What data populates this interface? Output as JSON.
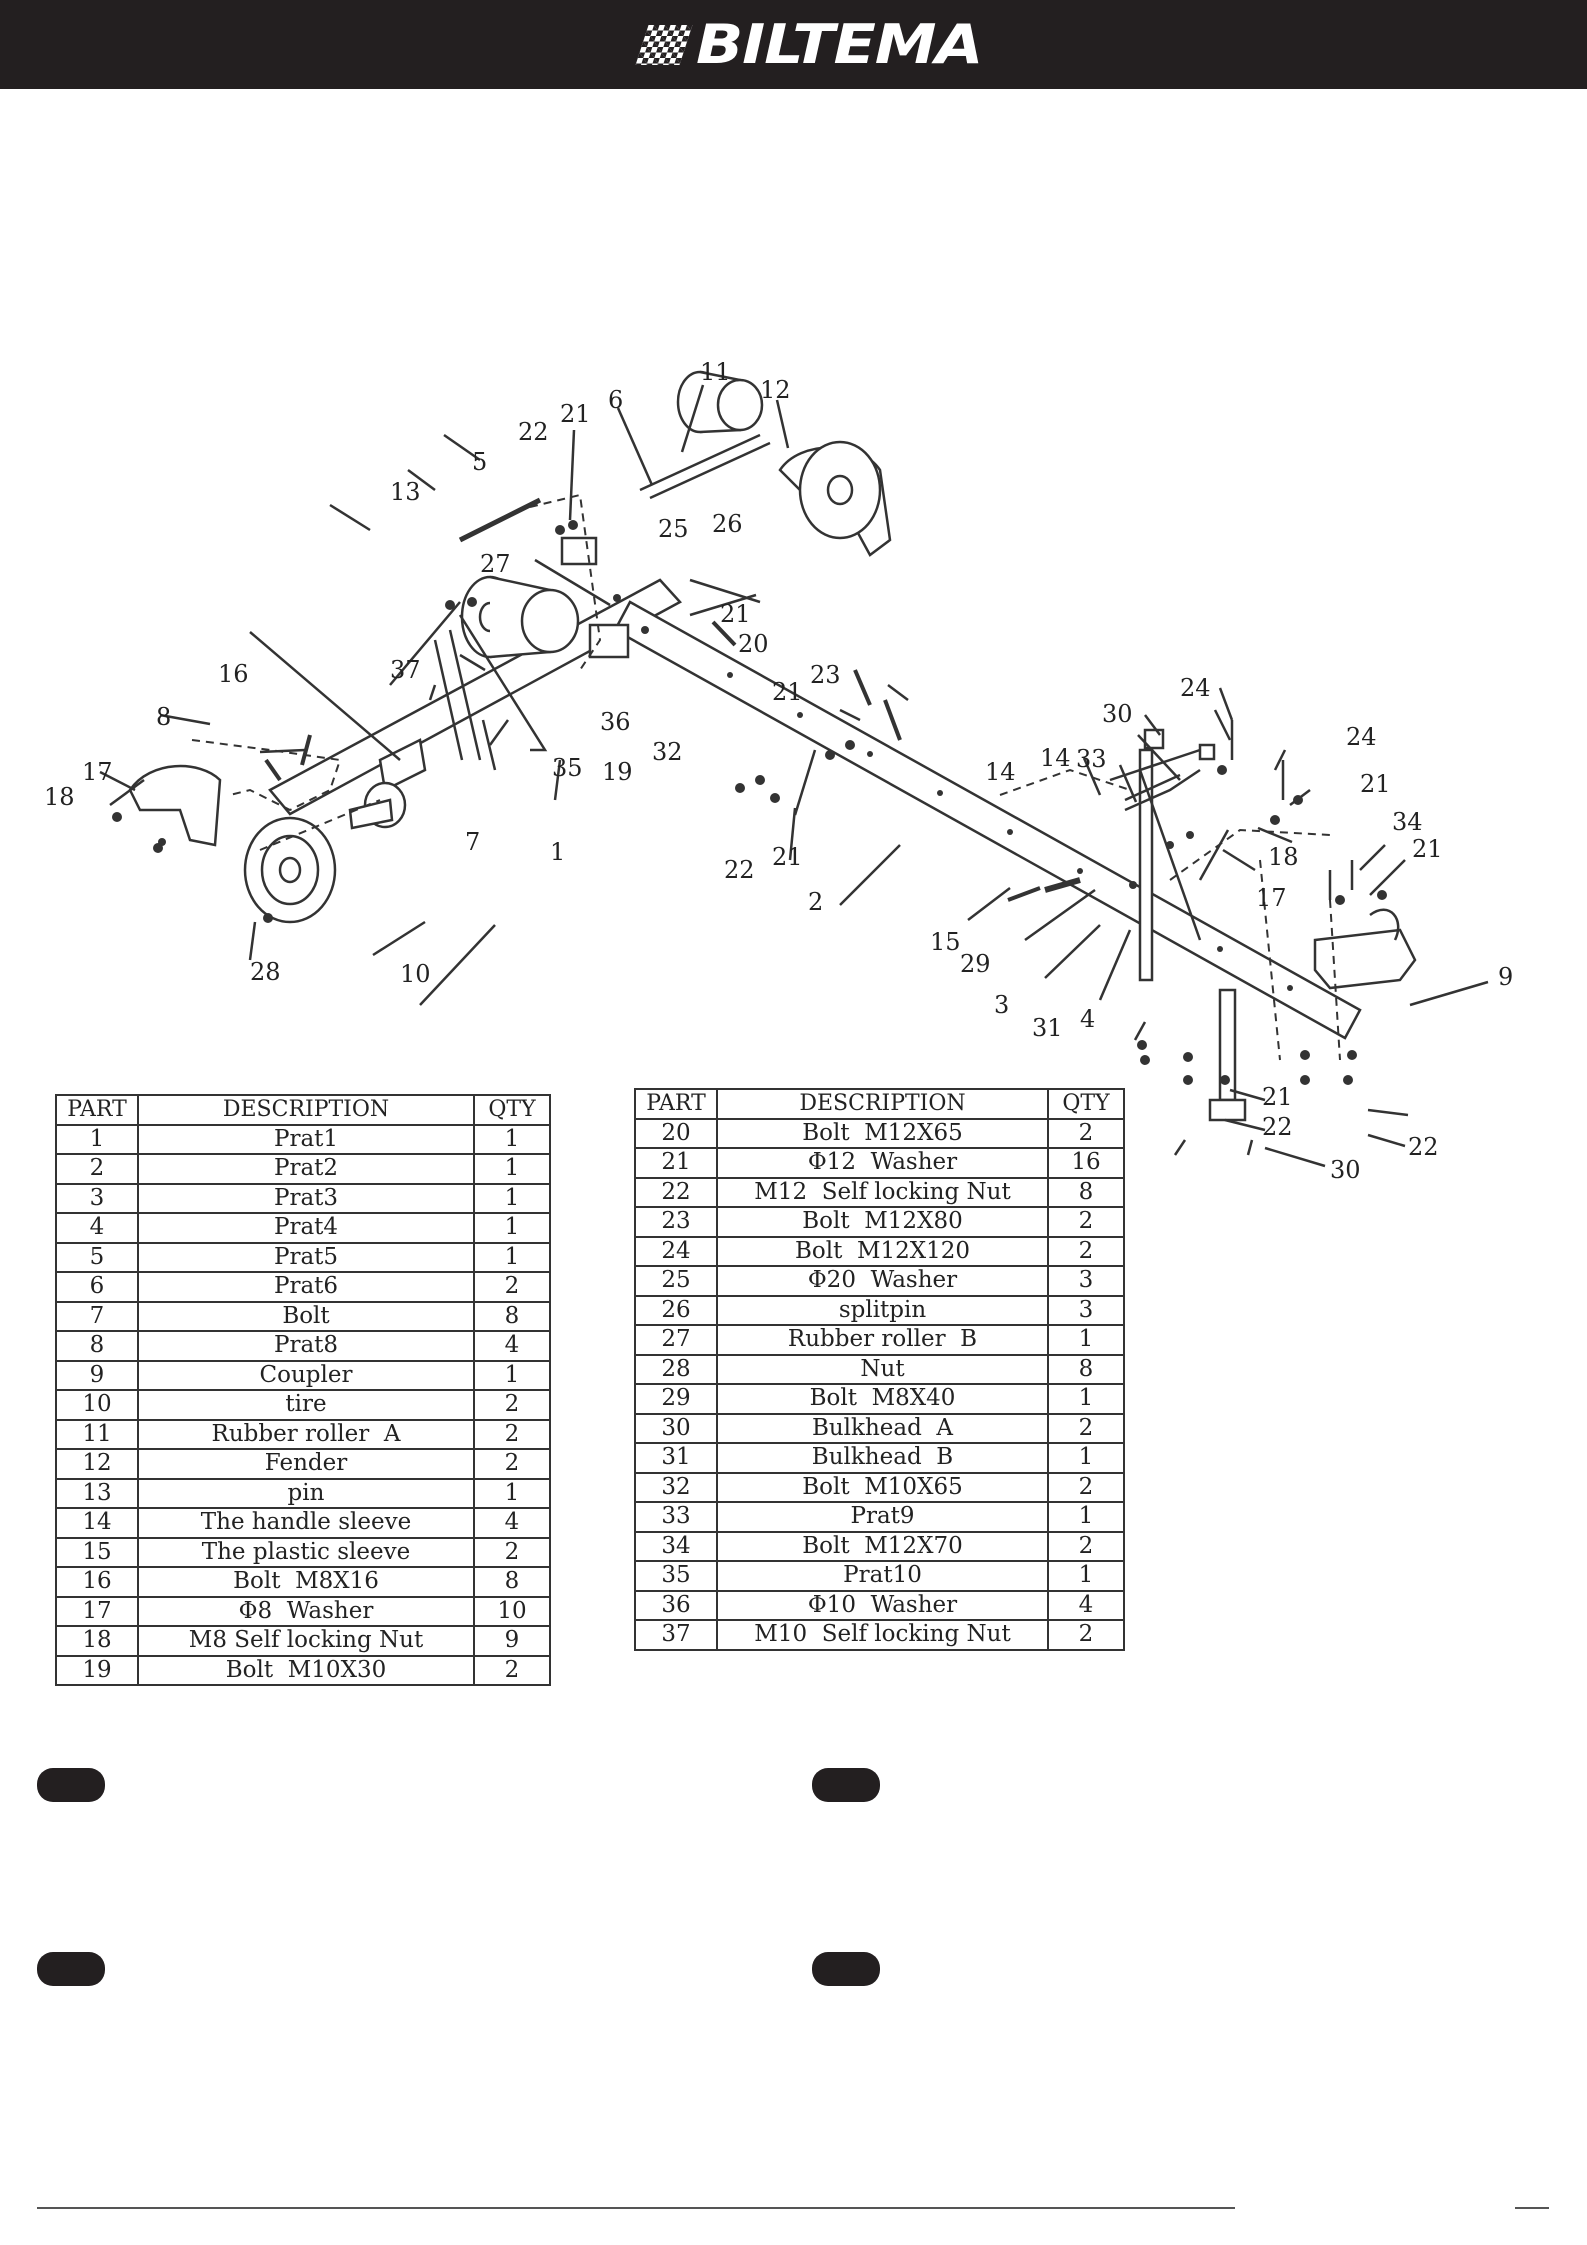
{
  "header": {
    "brand": "BILTEMA"
  },
  "diagram": {
    "callouts": [
      "1",
      "2",
      "3",
      "4",
      "5",
      "6",
      "7",
      "8",
      "9",
      "10",
      "11",
      "12",
      "13",
      "14",
      "14",
      "15",
      "16",
      "17",
      "17",
      "18",
      "18",
      "19",
      "20",
      "21",
      "21",
      "21",
      "21",
      "21",
      "21",
      "21",
      "22",
      "22",
      "22",
      "22",
      "23",
      "24",
      "24",
      "25",
      "26",
      "27",
      "28",
      "29",
      "30",
      "30",
      "31",
      "32",
      "33",
      "34",
      "35",
      "36",
      "37"
    ]
  },
  "table_left": {
    "headers": [
      "PART",
      "DESCRIPTION",
      "QTY"
    ],
    "rows": [
      [
        "1",
        "Prat1",
        "1"
      ],
      [
        "2",
        "Prat2",
        "1"
      ],
      [
        "3",
        "Prat3",
        "1"
      ],
      [
        "4",
        "Prat4",
        "1"
      ],
      [
        "5",
        "Prat5",
        "1"
      ],
      [
        "6",
        "Prat6",
        "2"
      ],
      [
        "7",
        "Bolt",
        "8"
      ],
      [
        "8",
        "Prat8",
        "4"
      ],
      [
        "9",
        "Coupler",
        "1"
      ],
      [
        "10",
        "tire",
        "2"
      ],
      [
        "11",
        "Rubber roller  A",
        "2"
      ],
      [
        "12",
        "Fender",
        "2"
      ],
      [
        "13",
        "pin",
        "1"
      ],
      [
        "14",
        "The handle sleeve",
        "4"
      ],
      [
        "15",
        "The plastic sleeve",
        "2"
      ],
      [
        "16",
        "Bolt  M8X16",
        "8"
      ],
      [
        "17",
        "Φ8  Washer",
        "10"
      ],
      [
        "18",
        "M8 Self locking Nut",
        "9"
      ],
      [
        "19",
        "Bolt  M10X30",
        "2"
      ]
    ]
  },
  "table_right": {
    "headers": [
      "PART",
      "DESCRIPTION",
      "QTY"
    ],
    "rows": [
      [
        "20",
        "Bolt  M12X65",
        "2"
      ],
      [
        "21",
        "Φ12  Washer",
        "16"
      ],
      [
        "22",
        "M12  Self locking Nut",
        "8"
      ],
      [
        "23",
        "Bolt  M12X80",
        "2"
      ],
      [
        "24",
        "Bolt  M12X120",
        "2"
      ],
      [
        "25",
        "Φ20  Washer",
        "3"
      ],
      [
        "26",
        "splitpin",
        "3"
      ],
      [
        "27",
        "Rubber roller  B",
        "1"
      ],
      [
        "28",
        "Nut",
        "8"
      ],
      [
        "29",
        "Bolt  M8X40",
        "1"
      ],
      [
        "30",
        "Bulkhead  A",
        "2"
      ],
      [
        "31",
        "Bulkhead  B",
        "1"
      ],
      [
        "32",
        "Bolt  M10X65",
        "2"
      ],
      [
        "33",
        "Prat9",
        "1"
      ],
      [
        "34",
        "Bolt  M12X70",
        "2"
      ],
      [
        "35",
        "Prat10",
        "1"
      ],
      [
        "36",
        "Φ10  Washer",
        "4"
      ],
      [
        "37",
        "M10  Self locking Nut",
        "2"
      ]
    ]
  },
  "colors": {
    "header_bg": "#231f20",
    "line": "#333333"
  }
}
